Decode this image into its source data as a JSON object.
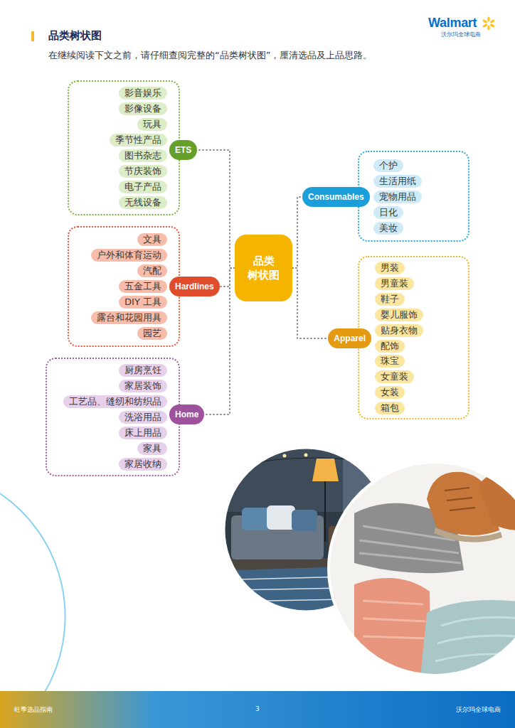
{
  "diagram": {
    "title": "品类树状图",
    "nodes": [
      {
        "text": [
          "ETS"
        ]
      },
      {
        "text": [
          "影音娱乐"
        ],
        "in": 0
      },
      {
        "text": [
          "影像设备"
        ],
        "in": 0
      },
      {
        "text": [
          "玩具"
        ],
        "in": 0
      },
      {
        "text": [
          "季节性产品"
        ],
        "in": 0
      },
      {
        "text": [
          "图书杂志"
        ],
        "in": 0
      },
      {
        "text": [
          "节庆装饰"
        ],
        "in": 0
      },
      {
        "text": [
          "电子产品"
        ],
        "in": 0
      },
      {
        "text": [
          "无线设备"
        ],
        "in": 0
      },
      {
        "text": [
          "Consumables"
        ]
      },
      {
        "text": [
          "个护"
        ],
        "in": 9
      },
      {
        "text": [
          "生活用纸"
        ],
        "in": 9
      },
      {
        "text": [
          "宠物用品"
        ],
        "in": 9
      },
      {
        "text": [
          "日化"
        ],
        "in": 9
      },
      {
        "text": [
          "美妆"
        ],
        "in": 9
      },
      {
        "text": [
          "Hardlines"
        ]
      },
      {
        "text": [
          "文具"
        ],
        "in": 15
      },
      {
        "text": [
          "户外和体育运动"
        ],
        "in": 15
      },
      {
        "text": [
          "汽配"
        ],
        "in": 15
      },
      {
        "text": [
          "五金工具"
        ],
        "in": 15
      },
      {
        "text": [
          "DIY 工具"
        ],
        "in": 15
      },
      {
        "text": [
          "露台和花园用具"
        ],
        "in": 15
      },
      {
        "text": [
          "园艺"
        ],
        "in": 15
      },
      {
        "text": [
          "品类 树状图"
        ]
      },
      {
        "text": [
          "Apparel"
        ]
      },
      {
        "text": [
          "男装"
        ],
        "in": 24
      },
      {
        "text": [
          "男童装"
        ],
        "in": 24
      },
      {
        "text": [
          "鞋子"
        ],
        "in": 24
      },
      {
        "text": [
          "婴儿服饰"
        ],
        "in": 24
      },
      {
        "text": [
          "贴身衣物"
        ],
        "in": 24
      },
      {
        "text": [
          "配饰"
        ],
        "in": 24
      },
      {
        "text": [
          "珠宝"
        ],
        "in": 24
      },
      {
        "text": [
          "女童装"
        ],
        "in": 24
      },
      {
        "text": [
          "女装"
        ],
        "in": 24
      },
      {
        "text": [
          "箱包"
        ],
        "in": 24
      },
      {
        "text": [
          "Home"
        ]
      },
      {
        "text": [
          "厨房烹饪"
        ],
        "in": 35
      },
      {
        "text": [
          "家居装饰"
        ],
        "in": 35
      },
      {
        "text": [
          "工艺品、缝纫和纺织品"
        ],
        "in": 35
      },
      {
        "text": [
          "洗浴用品"
        ],
        "in": 35
      },
      {
        "text": [
          "床上用品"
        ],
        "in": 35
      },
      {
        "text": [
          "家具"
        ],
        "in": 35
      },
      {
        "text": [
          "家居收纳"
        ],
        "in": 35
      }
    ],
    "edges": [
      {
        "from": 23,
        "to": 0,
        "arrow": "none"
      },
      {
        "from": 23,
        "to": 15,
        "arrow": "none"
      },
      {
        "from": 23,
        "to": 35,
        "arrow": "none"
      },
      {
        "from": 23,
        "to": 9,
        "arrow": "none"
      },
      {
        "from": 23,
        "to": 24,
        "arrow": "none"
      }
    ],
    "labels": [
      "Walmart",
      "沃尔玛全球电商",
      "在继续阅读下文之前，请仔细查阅完整的“品类树状图”，厘清选品及上品思路。",
      "旺季选品指南",
      "3",
      "沃尔玛全球电商"
    ]
  }
}
